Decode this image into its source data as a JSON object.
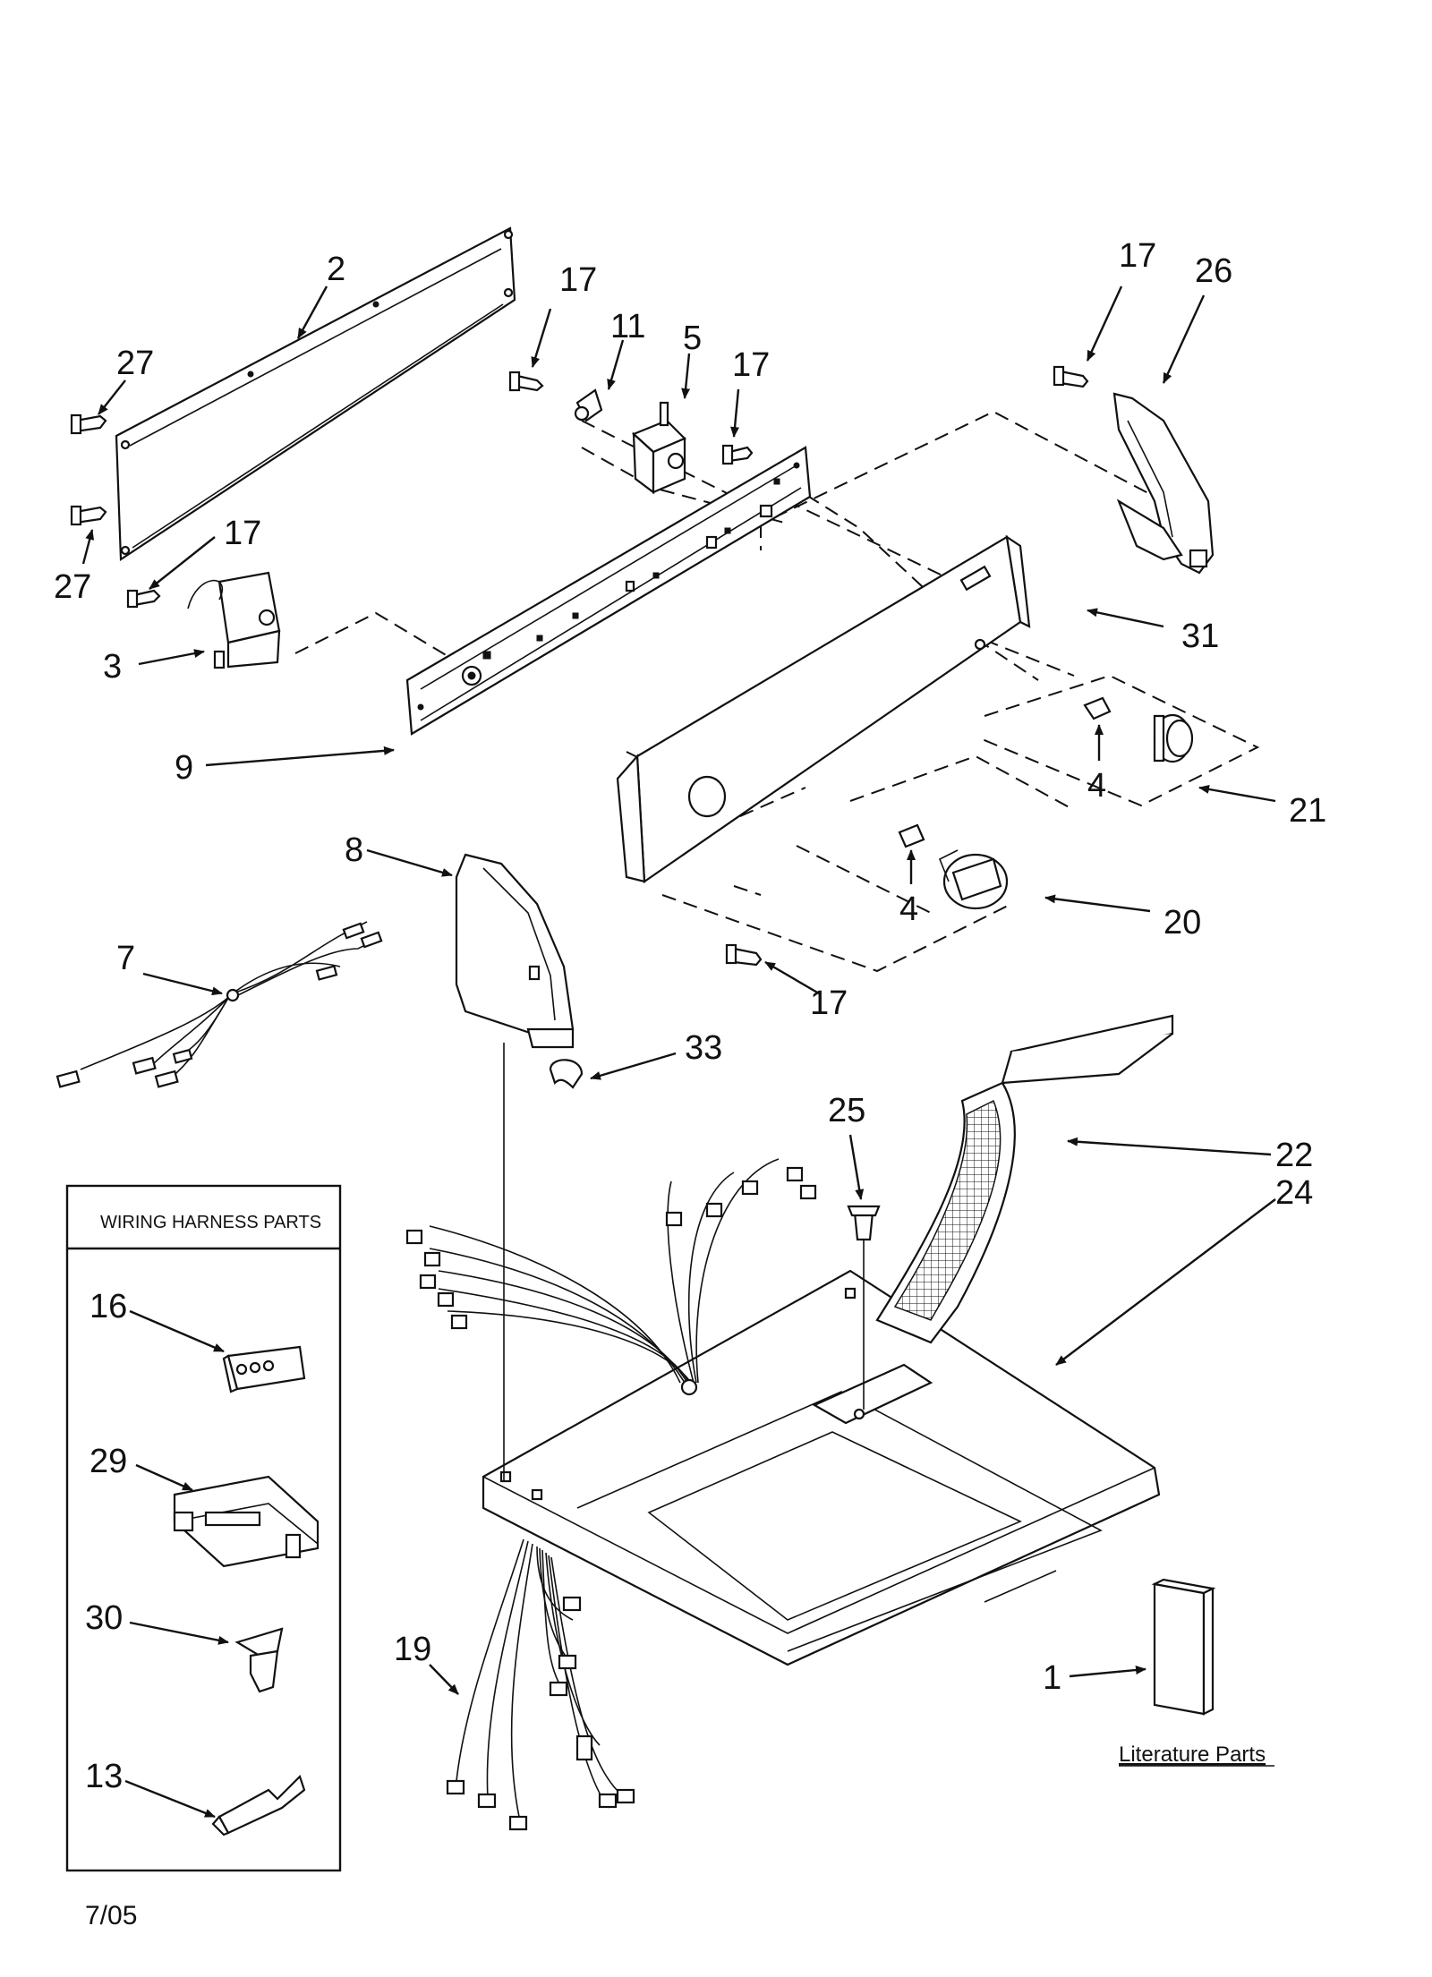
{
  "callouts": {
    "c2": "2",
    "c27a": "27",
    "c27b": "27",
    "c17a": "17",
    "c3": "3",
    "c17b": "17",
    "c11": "11",
    "c5": "5",
    "c17c": "17",
    "c9": "9",
    "c17d": "17",
    "c26": "26",
    "c31": "31",
    "c4a": "4",
    "c21": "21",
    "c4b": "4",
    "c20": "20",
    "c17e": "17",
    "c8": "8",
    "c7": "7",
    "c33": "33",
    "c25": "25",
    "c22": "22",
    "c24": "24",
    "c16": "16",
    "c29": "29",
    "c30": "30",
    "c13": "13",
    "c19": "19",
    "c1": "1"
  },
  "wiring_box_title": "WIRING HARNESS PARTS",
  "literature_label": "Literature Parts",
  "date_code": "7/05"
}
